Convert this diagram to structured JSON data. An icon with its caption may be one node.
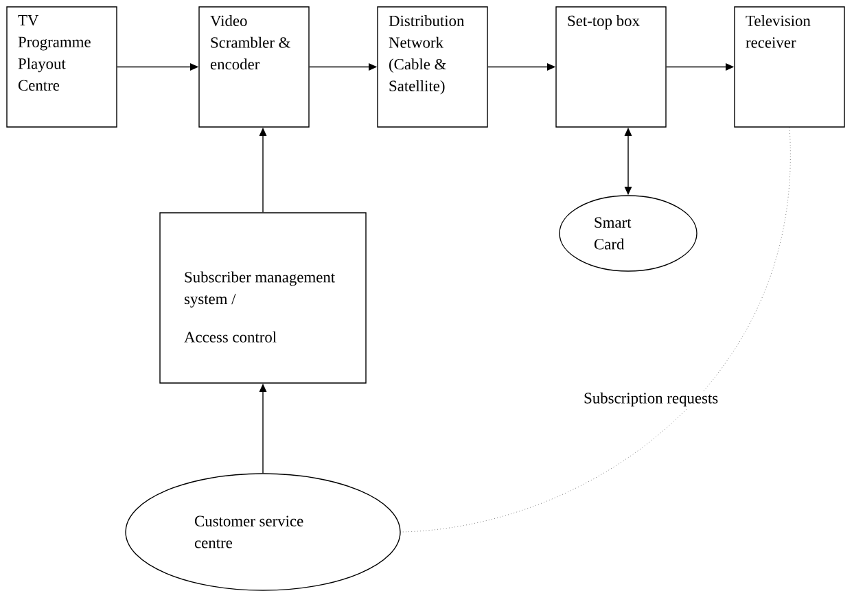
{
  "diagram": {
    "nodes": [
      {
        "text": [
          "TV Programme Playout Centre"
        ]
      },
      {
        "text": [
          "Video Scrambler & encoder"
        ]
      },
      {
        "text": [
          "Distribution Network (Cable & Satellite)"
        ]
      },
      {
        "text": [
          "Set-top box"
        ]
      },
      {
        "text": [
          "Television receiver"
        ]
      },
      {
        "text": [
          "Subscriber management system /",
          "Access control"
        ]
      },
      {
        "text": [
          "Smart Card"
        ]
      },
      {
        "text": [
          "Customer service centre"
        ]
      }
    ],
    "edges": [
      {
        "from": 0,
        "to": 1,
        "arrow": "to"
      },
      {
        "from": 1,
        "to": 2,
        "arrow": "to"
      },
      {
        "from": 2,
        "to": 3,
        "arrow": "to"
      },
      {
        "from": 3,
        "to": 4,
        "arrow": "to"
      },
      {
        "from": 5,
        "to": 1,
        "arrow": "to"
      },
      {
        "from": 3,
        "to": 6,
        "arrow": "both"
      },
      {
        "from": 7,
        "to": 5,
        "arrow": "to"
      },
      {
        "from": 4,
        "to": 7,
        "arrow": "none",
        "label": "Subscription requests",
        "style": "dashed"
      }
    ]
  }
}
